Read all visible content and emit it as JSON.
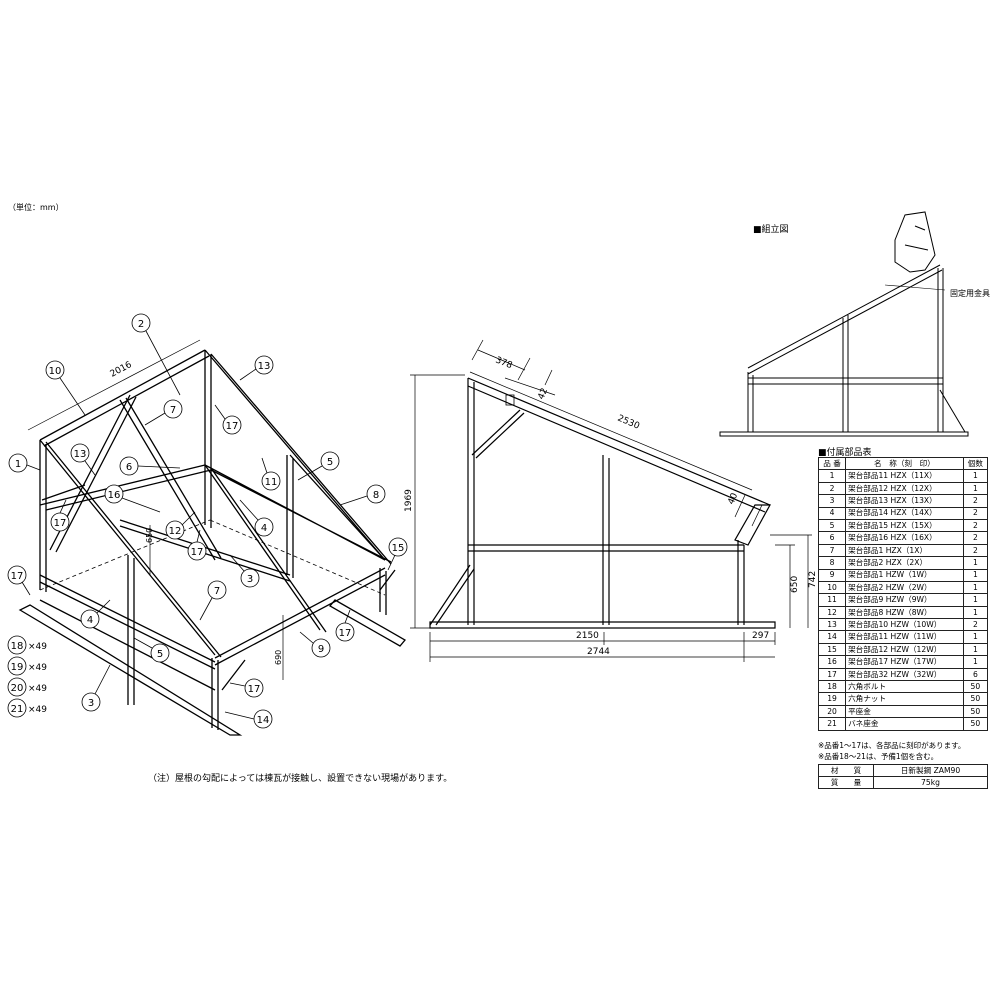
{
  "unit_note": "（単位：mm）",
  "assembly_title": "■組立図",
  "fixing_bracket_label": "固定用金具",
  "parts_title": "■付属部品表",
  "parts_header": [
    "品 番",
    "名　称（刻　印）",
    "個数"
  ],
  "parts": [
    {
      "no": "1",
      "name": "架台部品11 HZX（11X）",
      "qty": "1"
    },
    {
      "no": "2",
      "name": "架台部品12 HZX（12X）",
      "qty": "1"
    },
    {
      "no": "3",
      "name": "架台部品13 HZX（13X）",
      "qty": "2"
    },
    {
      "no": "4",
      "name": "架台部品14 HZX（14X）",
      "qty": "2"
    },
    {
      "no": "5",
      "name": "架台部品15 HZX（15X）",
      "qty": "2"
    },
    {
      "no": "6",
      "name": "架台部品16 HZX（16X）",
      "qty": "2"
    },
    {
      "no": "7",
      "name": "架台部品1 HZX（1X）",
      "qty": "2"
    },
    {
      "no": "8",
      "name": "架台部品2 HZX（2X）",
      "qty": "1"
    },
    {
      "no": "9",
      "name": "架台部品1 HZW（1W）",
      "qty": "1"
    },
    {
      "no": "10",
      "name": "架台部品2 HZW（2W）",
      "qty": "1"
    },
    {
      "no": "11",
      "name": "架台部品9 HZW（9W）",
      "qty": "1"
    },
    {
      "no": "12",
      "name": "架台部品8 HZW（8W）",
      "qty": "1"
    },
    {
      "no": "13",
      "name": "架台部品10 HZW（10W）",
      "qty": "2"
    },
    {
      "no": "14",
      "name": "架台部品11 HZW（11W）",
      "qty": "1"
    },
    {
      "no": "15",
      "name": "架台部品12 HZW（12W）",
      "qty": "1"
    },
    {
      "no": "16",
      "name": "架台部品17 HZW（17W）",
      "qty": "1"
    },
    {
      "no": "17",
      "name": "架台部品32 HZW（32W）",
      "qty": "6"
    },
    {
      "no": "18",
      "name": "六角ボルト",
      "qty": "50"
    },
    {
      "no": "19",
      "name": "六角ナット",
      "qty": "50"
    },
    {
      "no": "20",
      "name": "平座金",
      "qty": "50"
    },
    {
      "no": "21",
      "name": "バネ座金",
      "qty": "50"
    }
  ],
  "notes": [
    "※品番1～17は、各部品に刻印があります。",
    "※品番18～21は、予備1個を含む。"
  ],
  "material_label": "材　　質",
  "material_value": "日新製鋼 ZAM90",
  "mass_label": "質　　量",
  "mass_value": "75kg",
  "caption": "（注）屋根の勾配によっては棟瓦が接触し、設置できない現場があります。",
  "iso": {
    "dim_top": "2016",
    "dim_650": "650",
    "dim_690": "690",
    "callouts": [
      "1",
      "2",
      "3",
      "3",
      "4",
      "4",
      "5",
      "5",
      "6",
      "7",
      "7",
      "8",
      "9",
      "10",
      "11",
      "12",
      "13",
      "13",
      "14",
      "15",
      "16",
      "17",
      "17",
      "17",
      "17",
      "17",
      "17"
    ],
    "hardware": [
      "18",
      "19",
      "20",
      "21"
    ],
    "hardware_qty": "×49"
  },
  "side": {
    "dim_378": "378",
    "dim_42": "42",
    "dim_2530": "2530",
    "dim_40": "40",
    "dim_1969": "1969",
    "dim_650": "650",
    "dim_742": "742",
    "dim_2150": "2150",
    "dim_297": "297",
    "dim_2744": "2744"
  }
}
